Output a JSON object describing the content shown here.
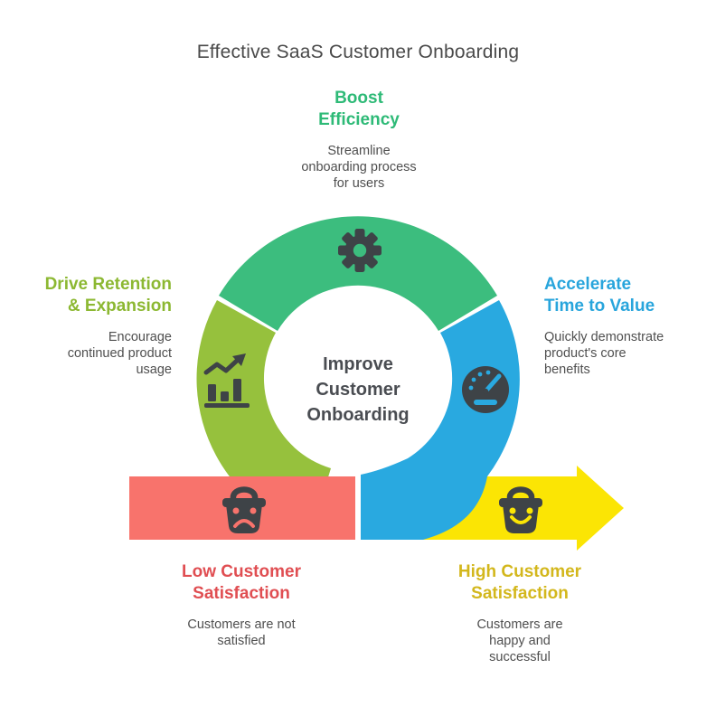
{
  "title": "Effective SaaS Customer Onboarding",
  "center": {
    "lines": [
      "Improve",
      "Customer",
      "Onboarding"
    ]
  },
  "nodes": {
    "top": {
      "heading": [
        "Boost",
        "Efficiency"
      ],
      "desc": [
        "Streamline",
        "onboarding process",
        "for users"
      ],
      "icon": "gear-icon"
    },
    "left": {
      "heading": [
        "Drive Retention",
        "& Expansion"
      ],
      "desc": [
        "Encourage",
        "continued product",
        "usage"
      ],
      "icon": "growth-chart-icon"
    },
    "right": {
      "heading": [
        "Accelerate",
        "Time to Value"
      ],
      "desc": [
        "Quickly demonstrate",
        "product's core",
        "benefits"
      ],
      "icon": "speedometer-icon"
    },
    "bottom_left": {
      "heading": [
        "Low Customer",
        "Satisfaction"
      ],
      "desc": [
        "Customers are not",
        "satisfied"
      ],
      "icon": "sad-customer-basket-icon"
    },
    "bottom_right": {
      "heading": [
        "High Customer",
        "Satisfaction"
      ],
      "desc": [
        "Customers are",
        "happy and",
        "successful"
      ],
      "icon": "happy-customer-basket-icon"
    }
  },
  "colors": {
    "green": "#3cbd7e",
    "olive": "#96c13d",
    "blue": "#29a9e0",
    "red": "#f8736c",
    "yellow": "#fbe504",
    "icon_dark": "#3e4347",
    "heading_green": "#2eba77",
    "heading_olive": "#8cb832",
    "heading_blue": "#28a5dc",
    "heading_red": "#e04e52",
    "heading_yellow": "#d3b71c",
    "text_dark": "#4a4a4a"
  }
}
